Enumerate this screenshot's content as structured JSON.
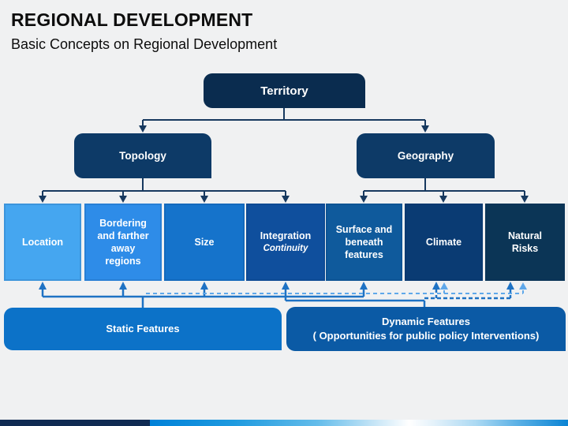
{
  "slide": {
    "title": "REGIONAL DEVELOPMENT",
    "subtitle": "Basic Concepts on Regional Development"
  },
  "diagram": {
    "root": {
      "label": "Territory",
      "color": "#0A2C4F"
    },
    "level2": [
      {
        "id": "topology",
        "label": "Topology",
        "color": "#0D3A67"
      },
      {
        "id": "geography",
        "label": "Geography",
        "color": "#0D3A67"
      }
    ],
    "level3": [
      {
        "id": "location",
        "label": "Location",
        "color": "#45A6F0",
        "parent": "topology"
      },
      {
        "id": "bordering",
        "label": "Bordering and farther away regions",
        "color": "#2E8CE8",
        "parent": "topology"
      },
      {
        "id": "size",
        "label": "Size",
        "color": "#1573CB",
        "parent": "topology"
      },
      {
        "id": "integration",
        "label": "Integration",
        "sublabel": "Continuity",
        "color": "#0F4F9D",
        "parent": "topology"
      },
      {
        "id": "surface",
        "label": "Surface and beneath features",
        "color": "#0F5A9C",
        "parent": "geography"
      },
      {
        "id": "climate",
        "label": "Climate",
        "color": "#0A3B73",
        "parent": "geography"
      },
      {
        "id": "natural-risks",
        "label": "Natural Risks",
        "color": "#0B3556",
        "parent": "geography"
      }
    ],
    "footers": [
      {
        "id": "static",
        "label": "Static Features",
        "color": "#0C72C8"
      },
      {
        "id": "dynamic",
        "label": "Dynamic Features",
        "sublabel": "( Opportunities for public policy Interventions)",
        "color": "#0B5AA5"
      }
    ],
    "connector_colors": {
      "tree": "#17395F",
      "solid": "#1E72C4",
      "dashed_dark": "#2372C2",
      "dashed_light": "#5FA8EA"
    }
  },
  "footer_bar": {
    "left_color": "#0F2A52",
    "accent_blue": "#0B84D4"
  }
}
